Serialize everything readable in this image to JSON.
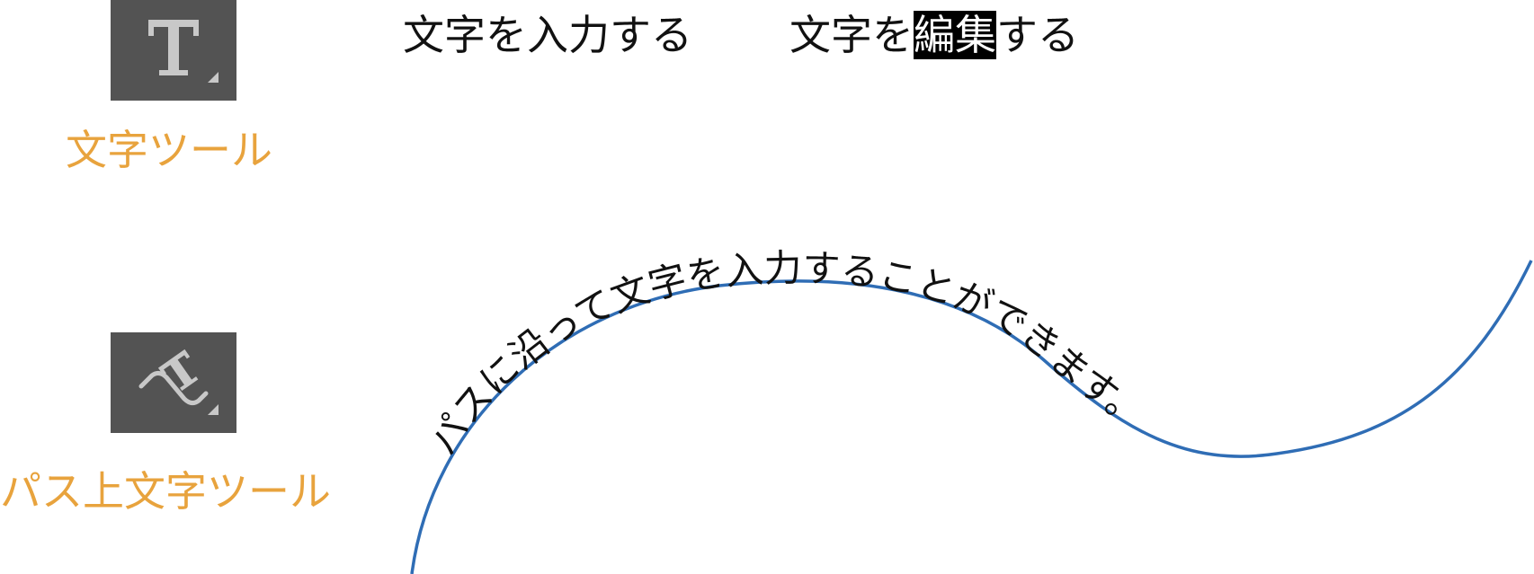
{
  "tools": [
    {
      "name": "type-tool",
      "label": "文字ツール",
      "icon": "type-tool-icon"
    },
    {
      "name": "type-on-path-tool",
      "label": "パス上文字ツール",
      "icon": "type-on-path-tool-icon"
    }
  ],
  "examples": {
    "input": "文字を入力する",
    "edit": {
      "before": "文字を",
      "highlighted": "編集",
      "after": "する"
    }
  },
  "path_text": "パスに沿って文字を入力することができます。",
  "colors": {
    "label": "#e8a33d",
    "icon_bg": "#535353",
    "icon_fg": "#c8c8c8",
    "path": "#2f6db5",
    "highlight_bg": "#000000",
    "highlight_fg": "#ffffff"
  }
}
